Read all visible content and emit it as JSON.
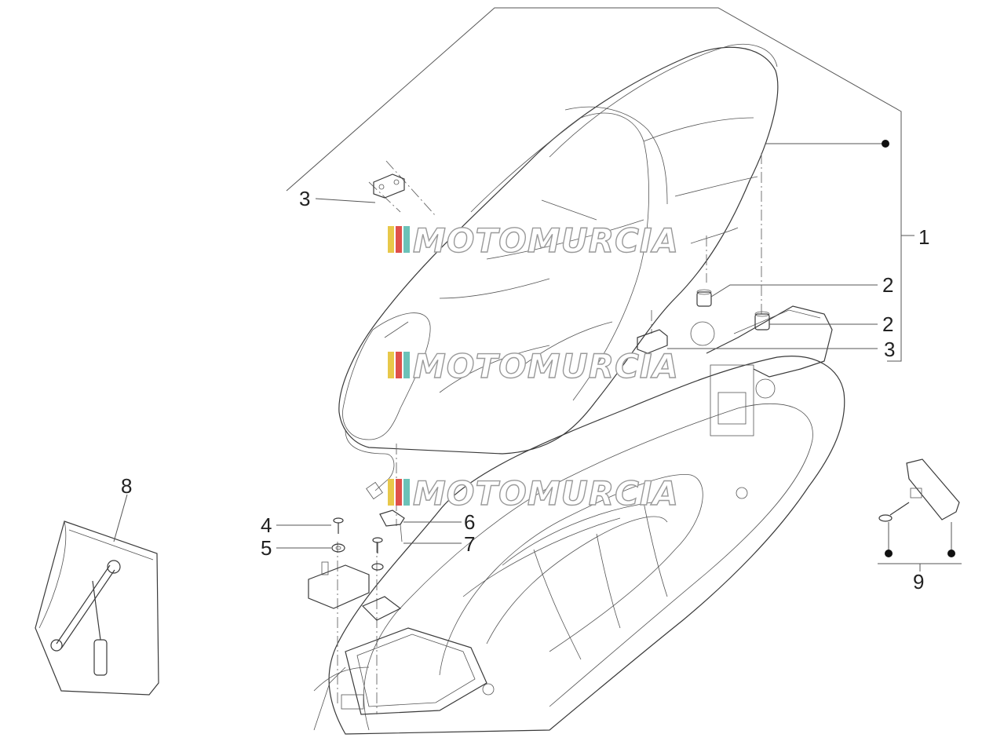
{
  "callouts": {
    "c1": "1",
    "c2a": "2",
    "c2b": "2",
    "c3a": "3",
    "c3b": "3",
    "c4": "4",
    "c5": "5",
    "c6": "6",
    "c7": "7",
    "c8": "8",
    "c9": "9"
  },
  "watermark": {
    "text": "MOTOMURCIA",
    "stripe_colors": [
      "#e8c84a",
      "#e0504a",
      "#6cc2b8"
    ]
  },
  "colors": {
    "line": "#3a3a3a",
    "callout": "#222222",
    "background": "#ffffff"
  }
}
